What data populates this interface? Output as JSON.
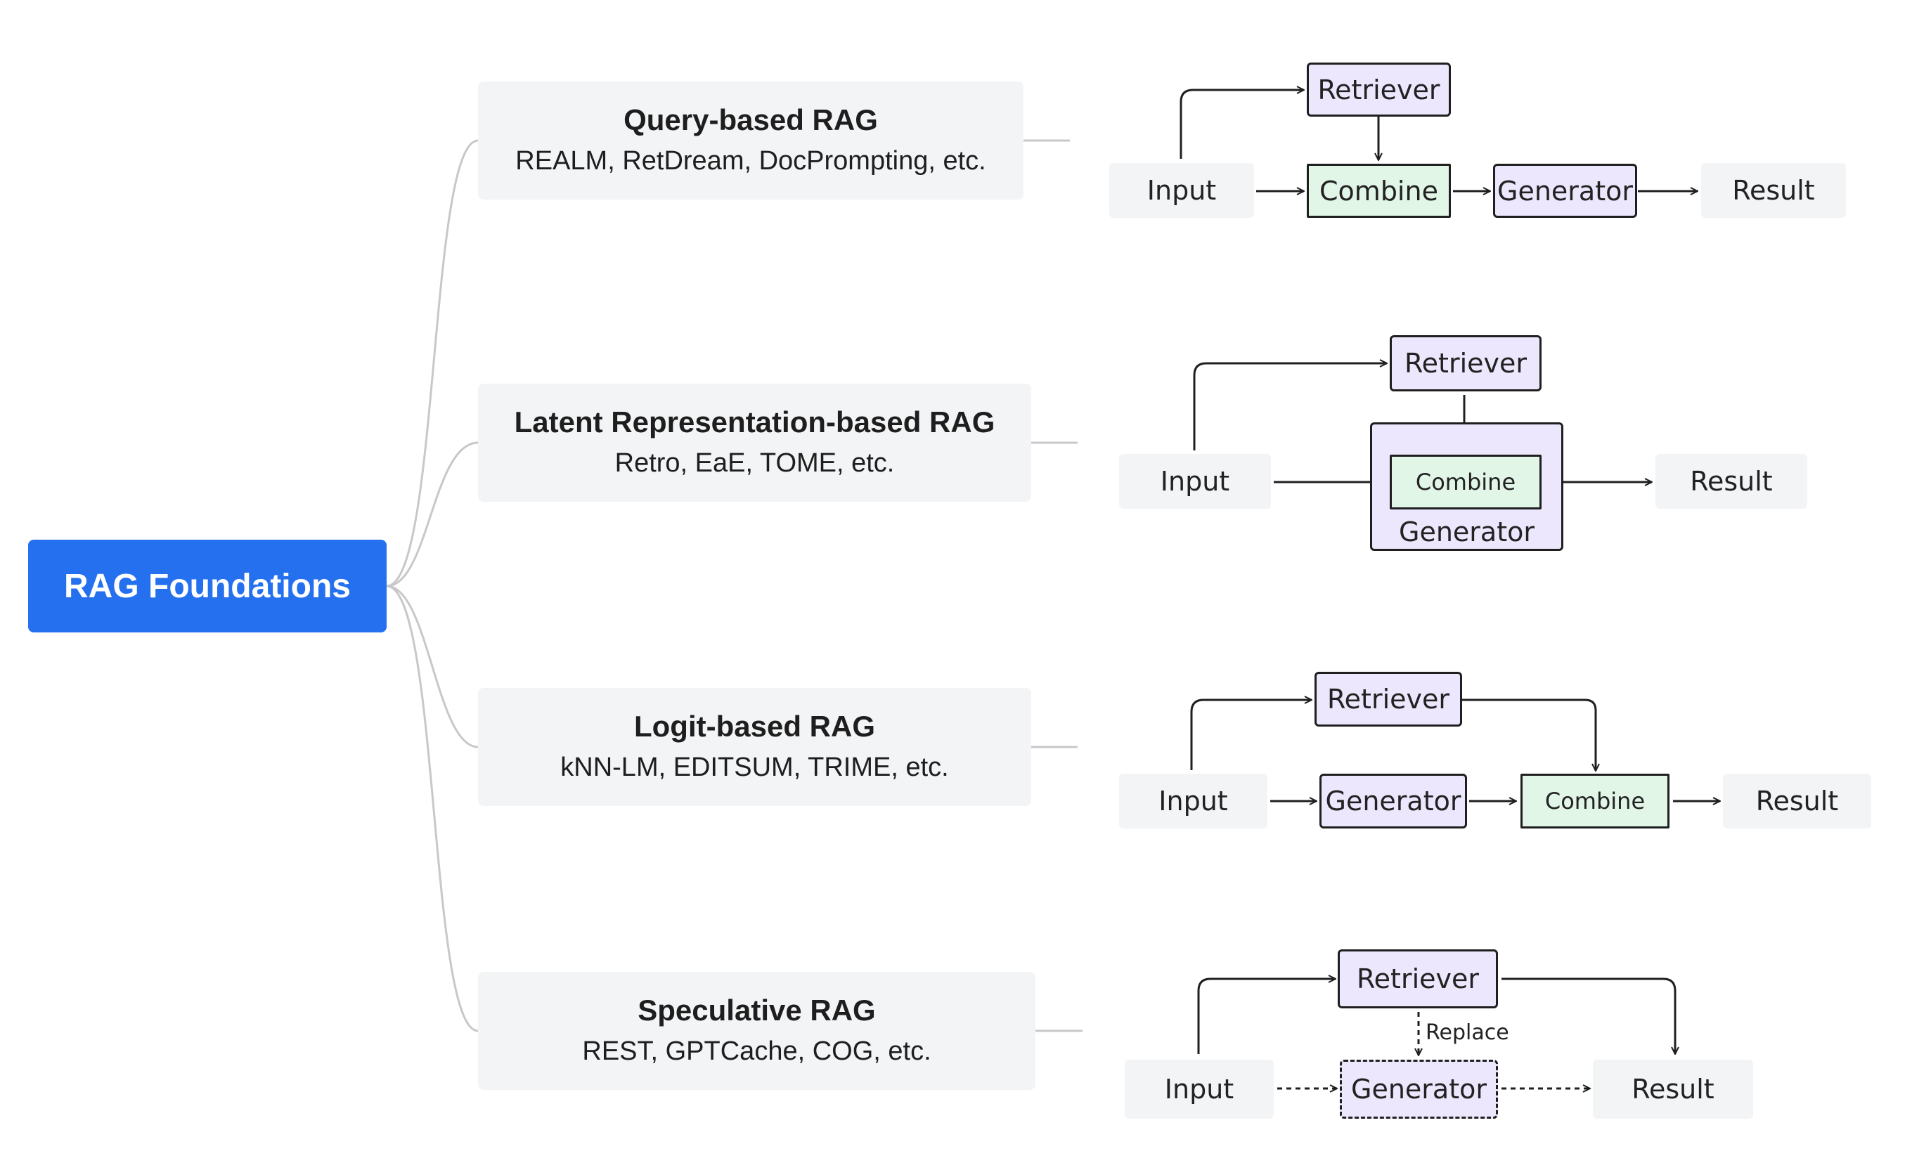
{
  "root": {
    "label": "RAG Foundations"
  },
  "categories": [
    {
      "title": "Query-based RAG",
      "examples": "REALM, RetDream, DocPrompting, etc."
    },
    {
      "title": "Latent Representation-based RAG",
      "examples": "Retro, EaE, TOME, etc."
    },
    {
      "title": "Logit-based RAG",
      "examples": "kNN-LM, EDITSUM, TRIME, etc."
    },
    {
      "title": "Speculative RAG",
      "examples": "REST, GPTCache, COG, etc."
    }
  ],
  "flows": {
    "query": {
      "input": "Input",
      "retriever": "Retriever",
      "combine": "Combine",
      "generator": "Generator",
      "result": "Result"
    },
    "latent": {
      "input": "Input",
      "retriever": "Retriever",
      "combine": "Combine",
      "generator": "Generator",
      "result": "Result"
    },
    "logit": {
      "input": "Input",
      "retriever": "Retriever",
      "generator": "Generator",
      "combine": "Combine",
      "result": "Result"
    },
    "speculative": {
      "input": "Input",
      "retriever": "Retriever",
      "replace": "Replace",
      "generator": "Generator",
      "result": "Result"
    }
  },
  "colors": {
    "root": "#2470ee",
    "category_bg": "#f3f4f6",
    "retriever_generator_fill": "#ece7fd",
    "combine_fill": "#e2f6e8",
    "connector": "#c8c8c8",
    "arrow": "#1f1f1f"
  }
}
